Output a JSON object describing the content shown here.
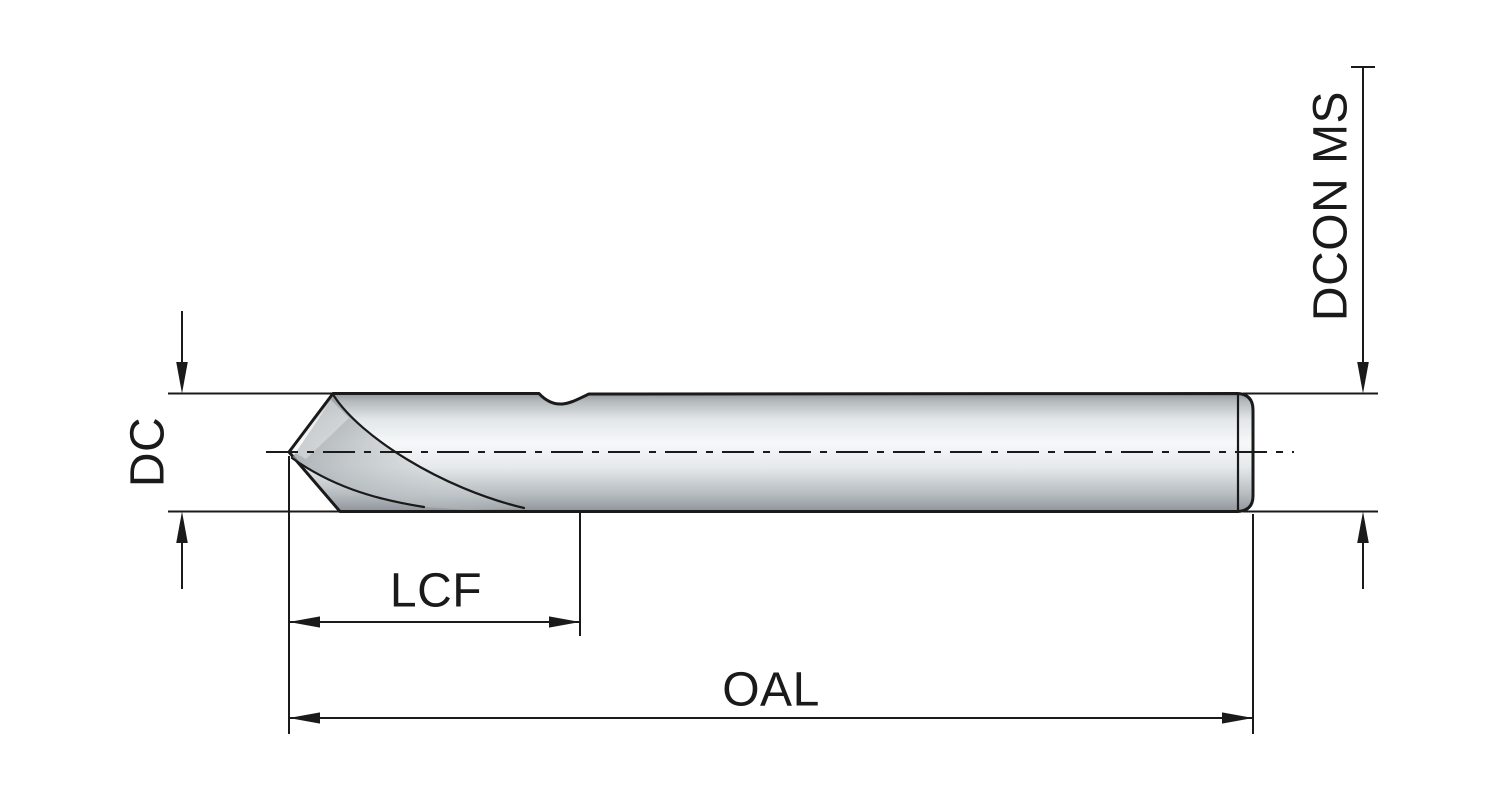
{
  "drawing": {
    "description": "Side-view technical line drawing of an NC spotting drill with dimension callouts",
    "part": "spot-drill",
    "dimension_labels": {
      "diameter": "DC",
      "flute_length": "LCF",
      "overall_length": "OAL",
      "shank_diameter": "DCON MS"
    },
    "colors": {
      "line": "#1a1a1a",
      "background": "#ffffff",
      "metal_light": "#f6f8f9",
      "metal_dark": "#8e9499"
    }
  }
}
